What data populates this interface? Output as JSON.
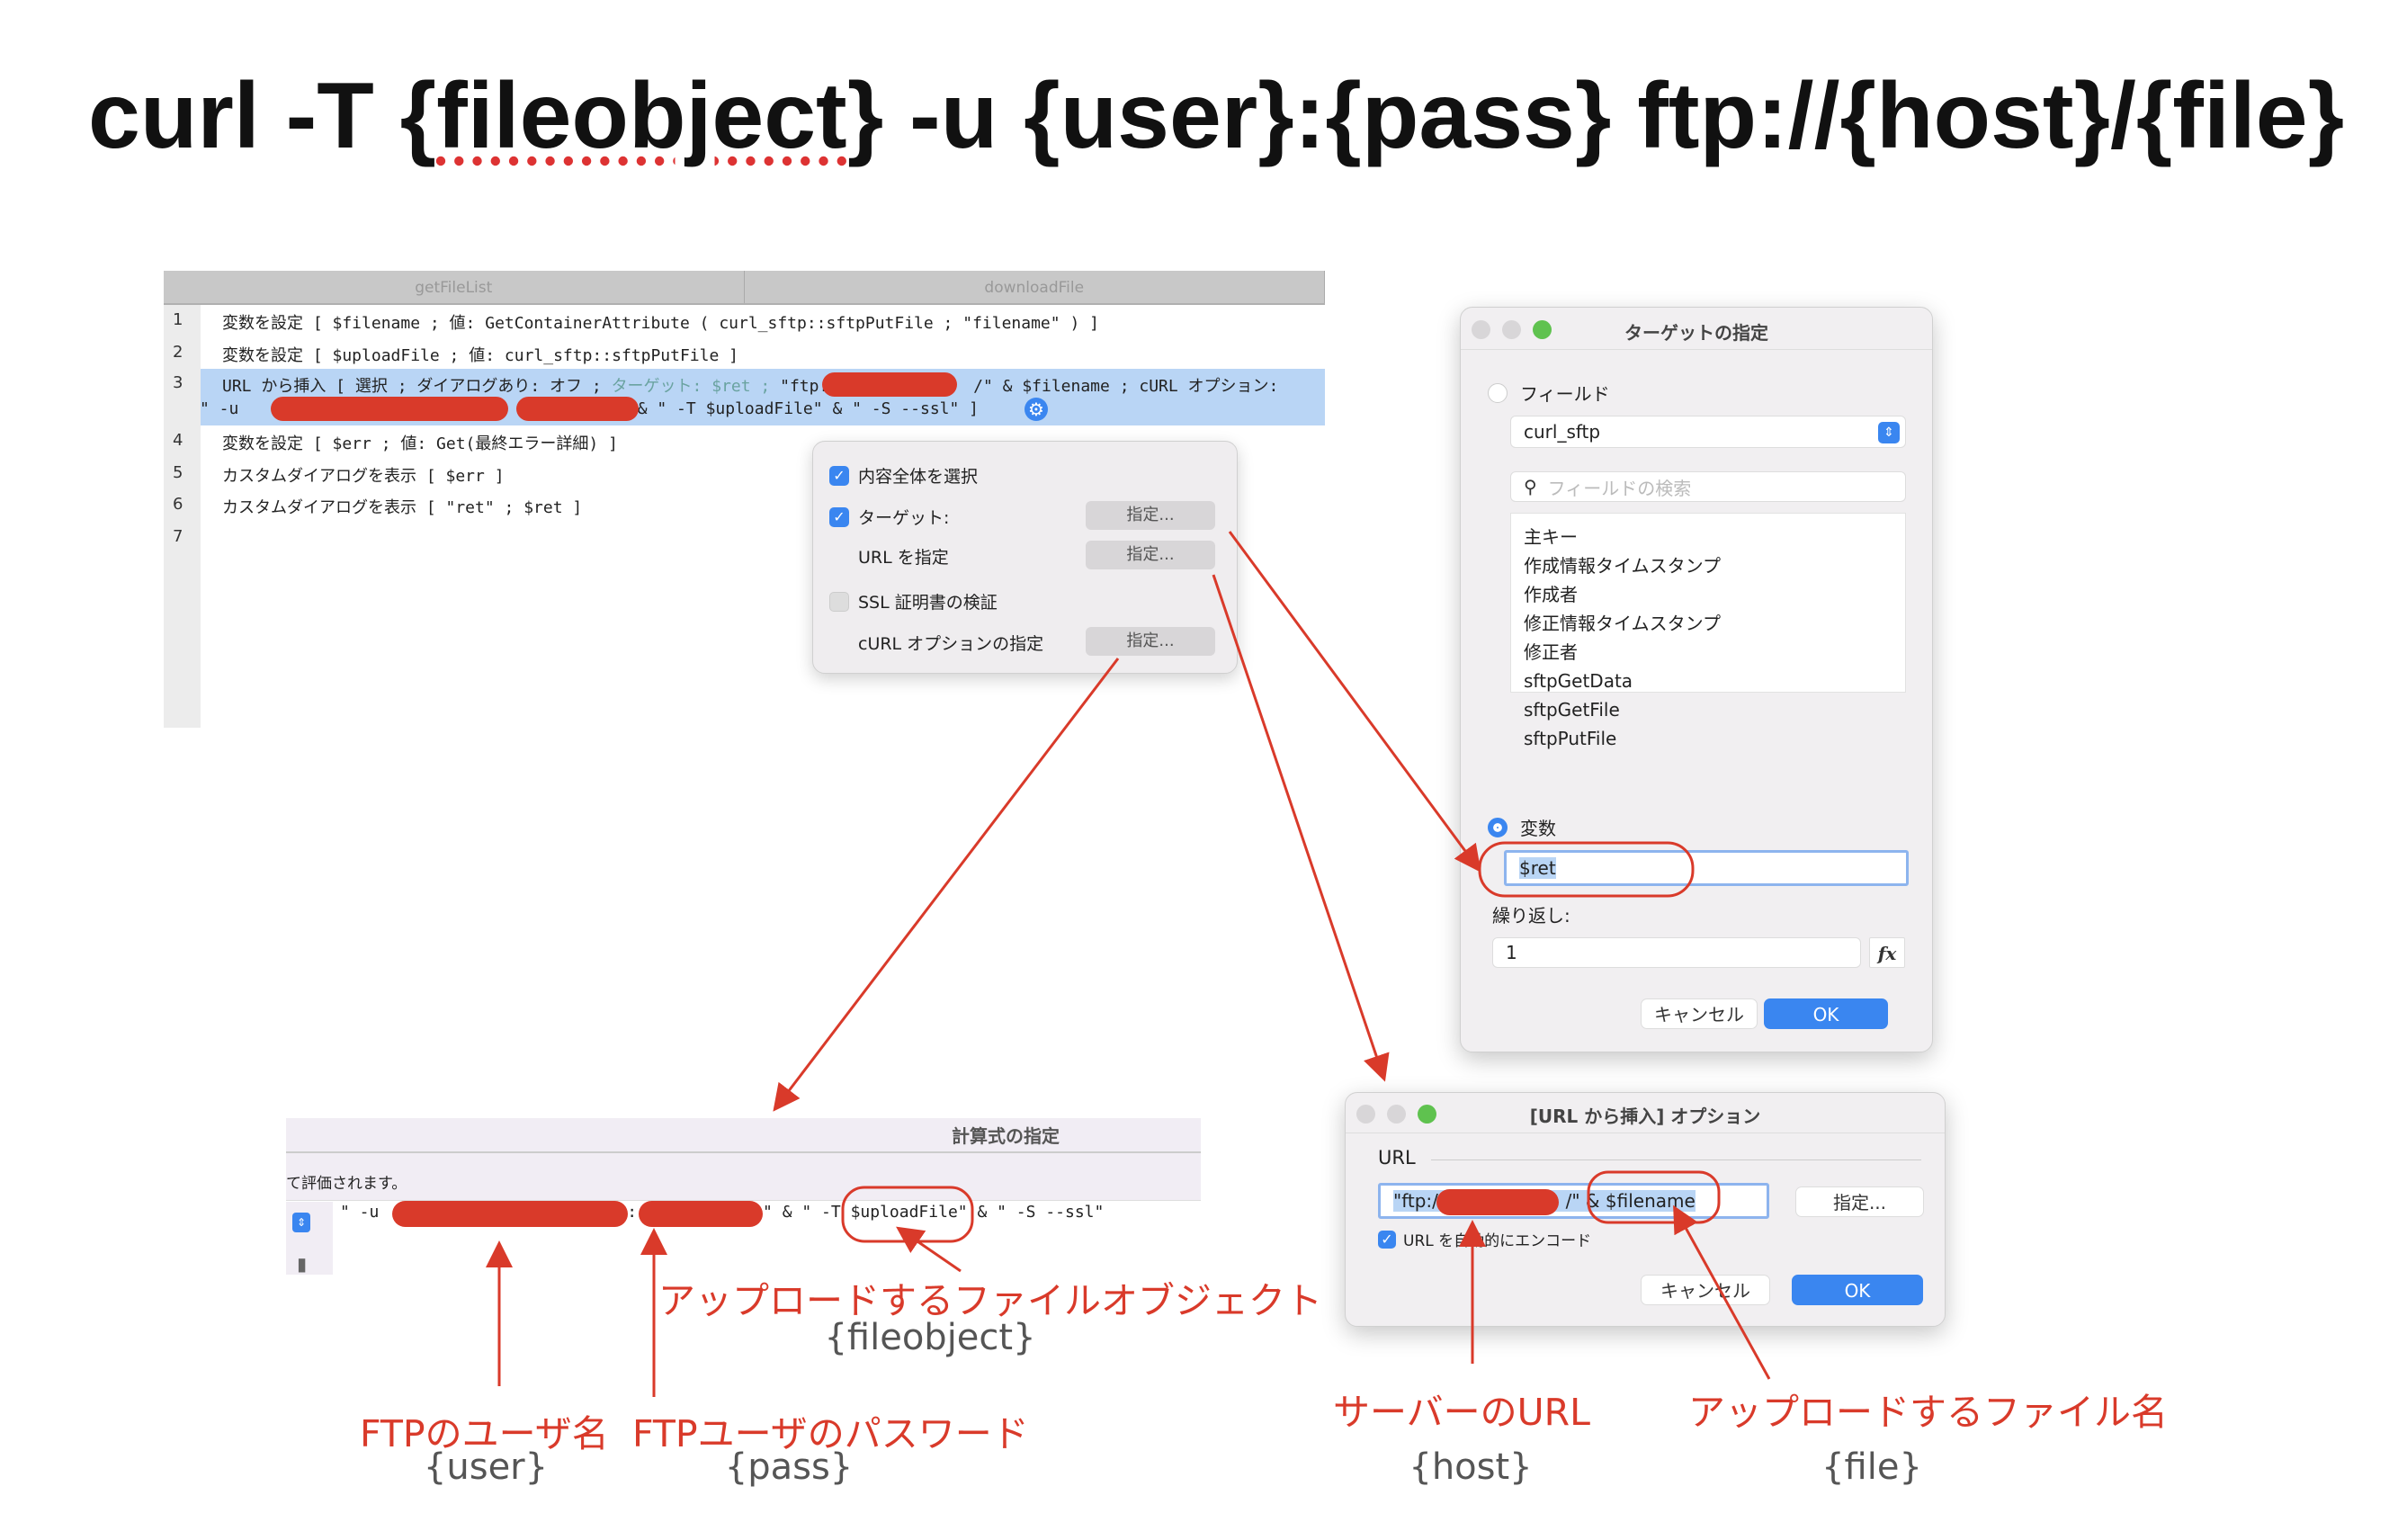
{
  "title": {
    "prefix": "curl -T {",
    "fileobject_word": "fileobject",
    "suffix": "} -u {user}:{pass} ftp://{host}/{file}"
  },
  "editor": {
    "tabs": [
      "getFileList",
      "downloadFile"
    ],
    "lines": [
      {
        "num": "1",
        "text": "変数を設定 [ $filename ; 値: GetContainerAttribute ( curl_sftp::sftpPutFile ; \"filename\" ) ]"
      },
      {
        "num": "2",
        "text": "変数を設定 [ $uploadFile ; 値: curl_sftp::sftpPutFile ]"
      },
      {
        "num": "3",
        "text_a": "URL から挿入 [ 選択 ; ダイアログあり: オフ ; ",
        "text_target": "ターゲット: $ret ; ",
        "text_b": "\"ftp:/",
        "text_c": "/\" & $filename ; cURL オプション:",
        "text_d": "\" -u ",
        "text_e": ":",
        "text_f": "\" & \" -T $uploadFile\" & \" -S --ssl\" ]"
      },
      {
        "num": "4",
        "text": "変数を設定 [ $err ; 値: Get(最終エラー詳細) ]"
      },
      {
        "num": "5",
        "text": "カスタムダイアログを表示 [ $err ]"
      },
      {
        "num": "6",
        "text": "カスタムダイアログを表示 [ \"ret\" ; $ret ]"
      },
      {
        "num": "7",
        "text": ""
      }
    ]
  },
  "popover": {
    "rows": [
      {
        "label": "内容全体を選択",
        "checked": true
      },
      {
        "label": "ターゲット:",
        "checked": true,
        "button": "指定..."
      },
      {
        "label": "URL を指定",
        "button": "指定..."
      },
      {
        "label": "SSL 証明書の検証",
        "checked": false
      },
      {
        "label": "cURL オプションの指定",
        "button": "指定..."
      }
    ]
  },
  "target_dialog": {
    "title": "ターゲットの指定",
    "field_radio": "フィールド",
    "table_select": "curl_sftp",
    "search_placeholder": "フィールドの検索",
    "fields": [
      "主キー",
      "作成情報タイムスタンプ",
      "作成者",
      "修正情報タイムスタンプ",
      "修正者",
      "sftpGetData",
      "sftpGetFile",
      "sftpPutFile"
    ],
    "variable_radio": "変数",
    "variable_value": "$ret",
    "repeat_label": "繰り返し:",
    "repeat_value": "1",
    "fx": "fx",
    "cancel": "キャンセル",
    "ok": "OK"
  },
  "calc_dialog": {
    "title": "計算式の指定",
    "hint": "て評価されます。",
    "formula_a": "\" -u ",
    "formula_b": ":",
    "formula_c": "\" & \" -T ",
    "formula_d": "$uploadFile\"",
    "formula_e": " & \" -S --ssl\""
  },
  "url_dialog": {
    "title": "[URL から挿入] オプション",
    "section": "URL",
    "url_a": "\"ftp://",
    "url_b": "/\" & ",
    "url_c": "$filename",
    "specify": "指定...",
    "encode_label": "URL を自動的にエンコード",
    "cancel": "キャンセル",
    "ok": "OK"
  },
  "annotations": {
    "fileobject_label": "アップロードするファイルオブジェクト",
    "fileobject_ph": "{fileobject}",
    "user_label": "FTPのユーザ名",
    "user_ph": "{user}",
    "pass_label": "FTPユーザのパスワード",
    "pass_ph": "{pass}",
    "host_label": "サーバーのURL",
    "host_ph": "{host}",
    "file_label": "アップロードするファイル名",
    "file_ph": "{file}"
  },
  "colors": {
    "annotation": "#d93a2a",
    "accent": "#3a86f0",
    "highlight": "#b9d5f5"
  }
}
